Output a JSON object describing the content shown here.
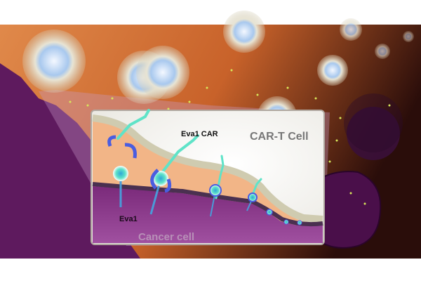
{
  "labels": {
    "car": "Eva1 CAR",
    "cart_cell": "CAR-T Cell",
    "antigen": "Eva1",
    "cancer_cell": "Cancer cell"
  },
  "colors": {
    "background_orange": "#d77a3a",
    "background_dark": "#3a1510",
    "cancer_purple": "#5e1a5e",
    "cart_membrane": "#cfcbb0",
    "car_receptor": "#5fe3c8",
    "eva1_blue": "#4a5de0",
    "inset_cytoplasm": "#f2b587"
  }
}
